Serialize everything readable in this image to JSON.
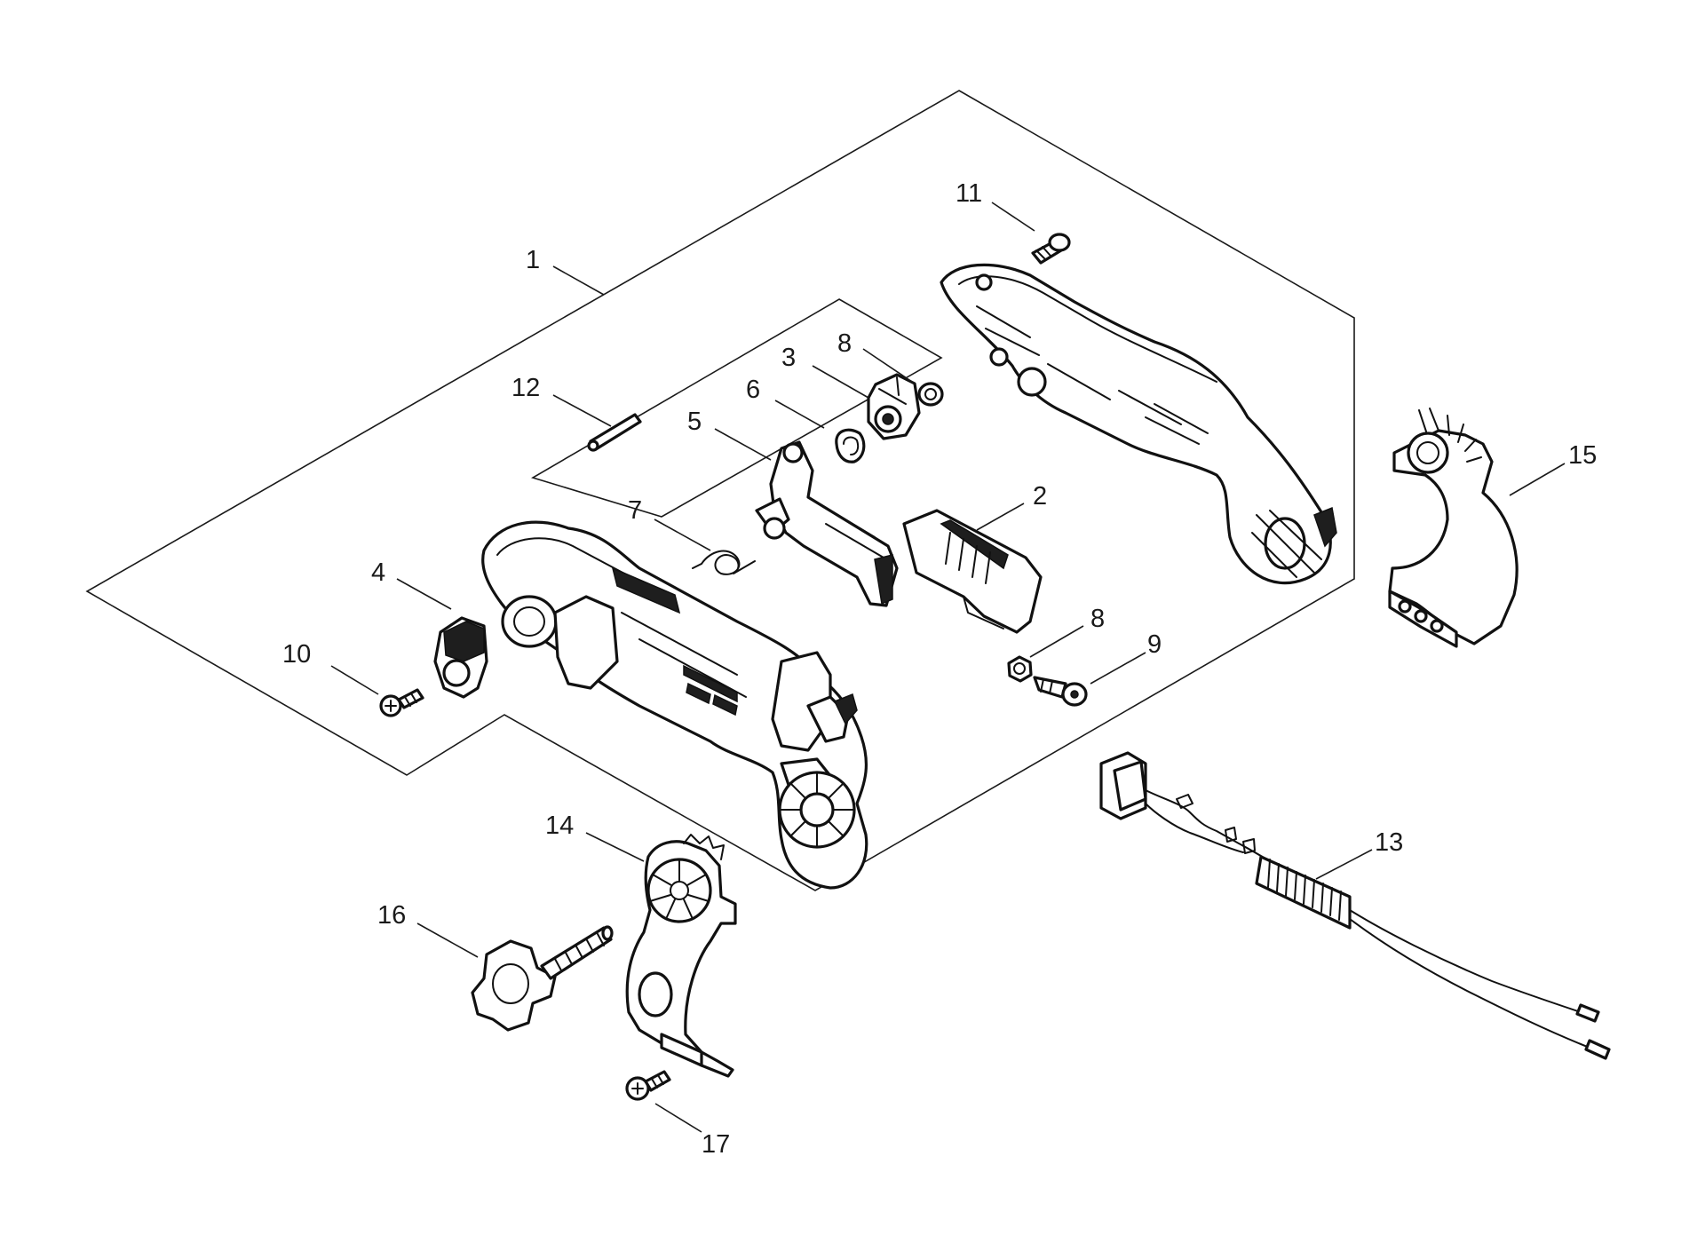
{
  "labels": {
    "part_1": "1",
    "part_2": "2",
    "part_3": "3",
    "part_4": "4",
    "part_5": "5",
    "part_6": "6",
    "part_7": "7",
    "part_8a": "8",
    "part_8b": "8",
    "part_9": "9",
    "part_10": "10",
    "part_11": "11",
    "part_12": "12",
    "part_13": "13",
    "part_14": "14",
    "part_15": "15",
    "part_16": "16",
    "part_17": "17"
  }
}
